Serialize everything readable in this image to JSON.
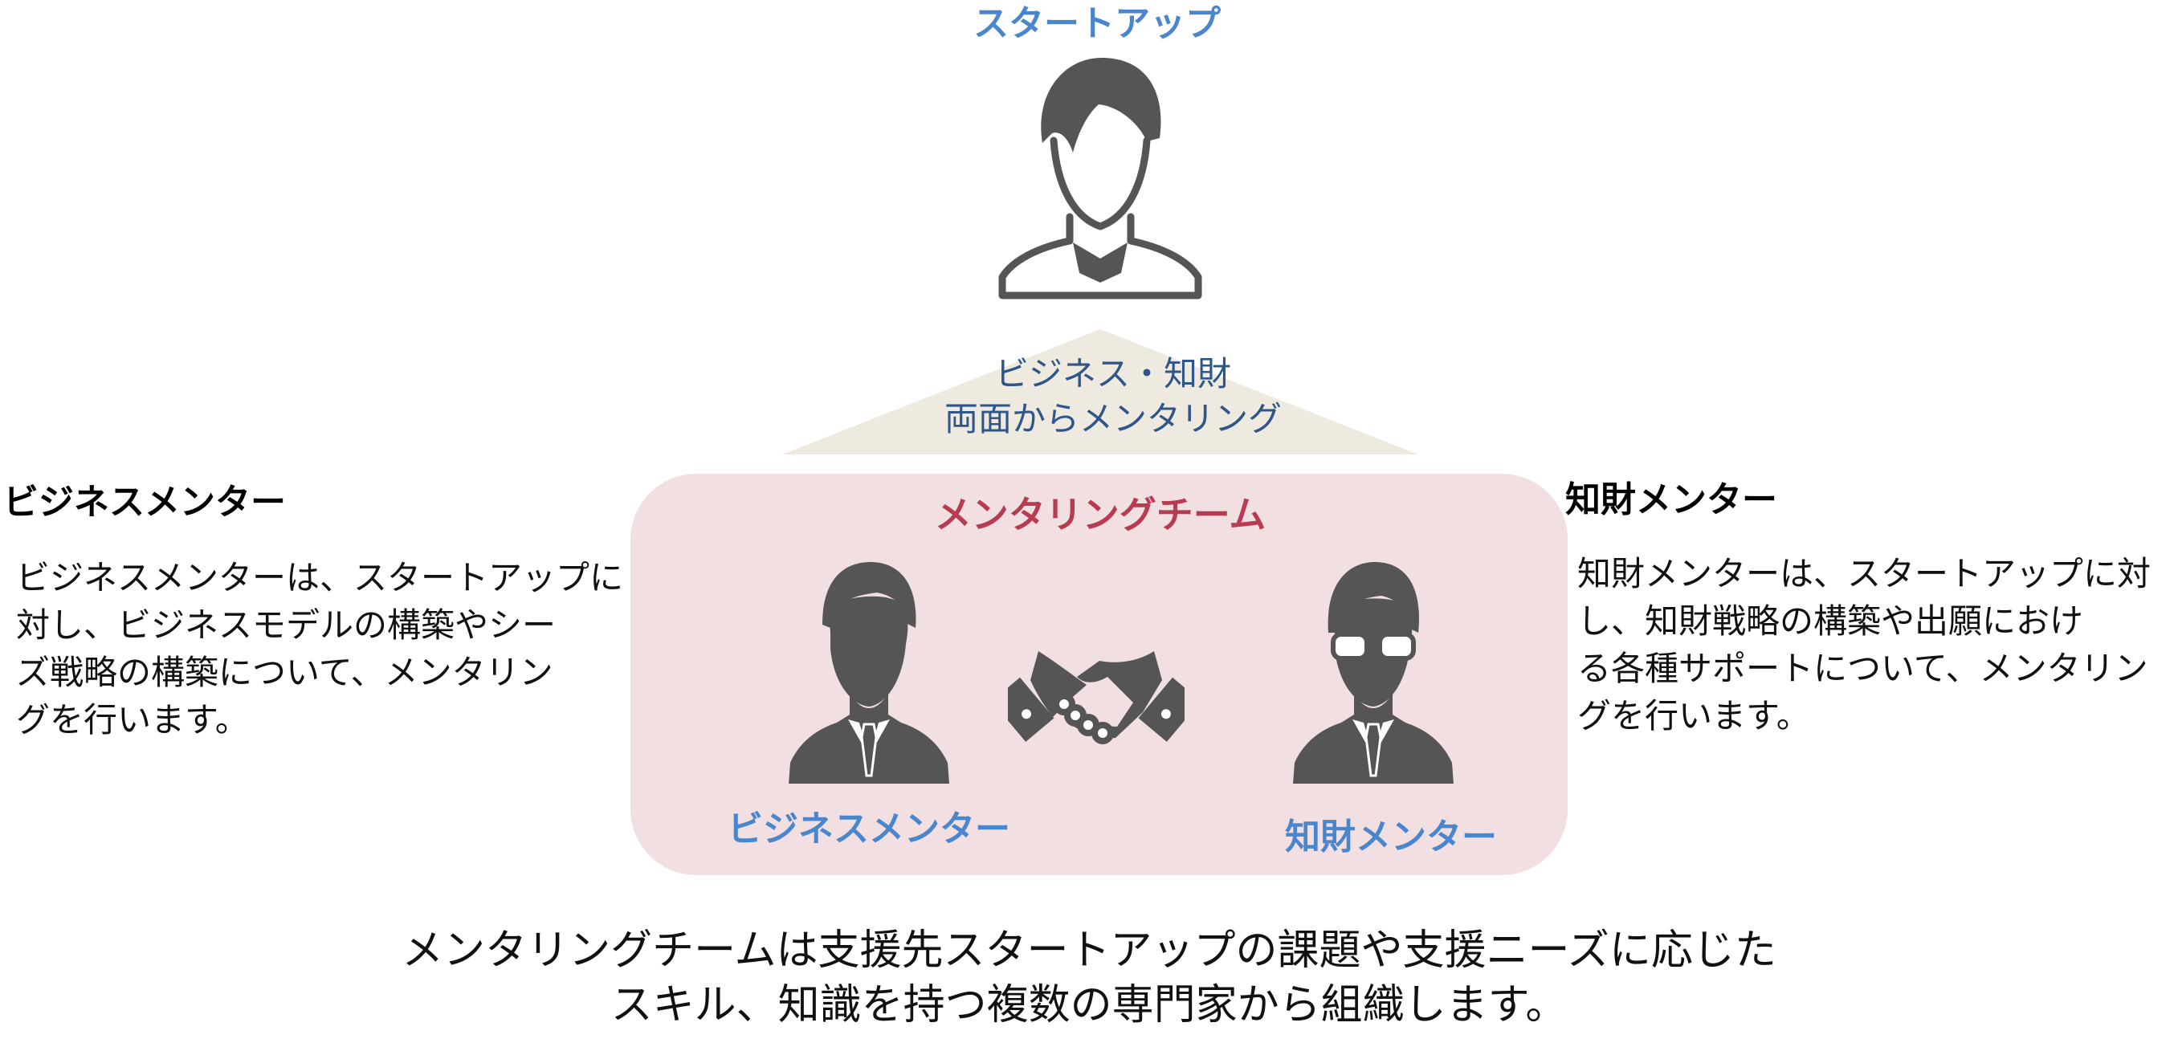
{
  "startup": {
    "label": "スタートアップ"
  },
  "triangle": {
    "line1": "ビジネス・知財",
    "line2": "両面からメンタリング"
  },
  "team": {
    "title": "メンタリングチーム",
    "business_caption": "ビジネスメンター",
    "ip_caption": "知財メンター"
  },
  "left_panel": {
    "heading": "ビジネスメンター",
    "lines": [
      "ビジネスメンターは、スタートアップに",
      "対し、ビジネスモデルの構築やシー",
      "ズ戦略の構築について、メンタリン",
      "グを行います。"
    ]
  },
  "right_panel": {
    "heading": "知財メンター",
    "lines": [
      "知財メンターは、スタートアップに対",
      "し、知財戦略の構築や出願におけ",
      "る各種サポートについて、メンタリン",
      "グを行います。"
    ]
  },
  "bottom": {
    "line1": "メンタリングチームは支援先スタートアップの課題や支援ニーズに応じた",
    "line2": "スキル、知識を持つ複数の専門家から組織します。"
  },
  "colors": {
    "blue_label": "#4A86CE",
    "triangle_text": "#2F5689",
    "team_title": "#B93B52",
    "team_panel": "#F1DFE1",
    "triangle_fill": "#EEEAE0",
    "icon_dark": "#555555"
  },
  "icons": {
    "startup": "person-outline-icon",
    "business_mentor": "businessman-icon",
    "handshake": "handshake-icon",
    "ip_mentor": "businessman-glasses-icon"
  }
}
